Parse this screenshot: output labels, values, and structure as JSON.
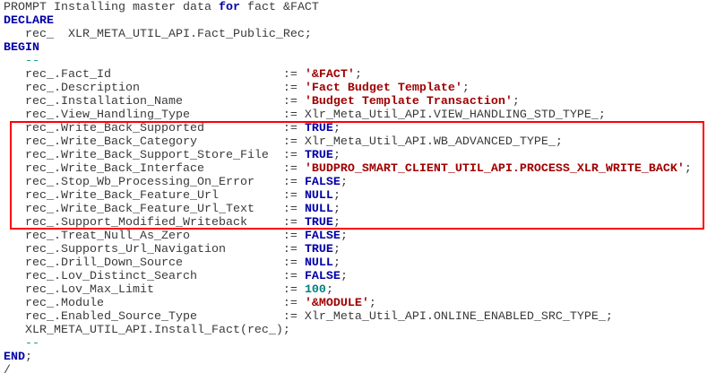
{
  "highlight_color": "#ff0000",
  "lines": [
    [
      [
        "PROMPT Installing master data ",
        "plain"
      ],
      [
        "for",
        "kw"
      ],
      [
        " fact &FACT",
        "plain"
      ]
    ],
    [
      [
        "DECLARE",
        "kw"
      ]
    ],
    [
      [
        "   rec_  XLR_META_UTIL_API.Fact_Public_Rec;",
        "plain"
      ]
    ],
    [
      [
        "BEGIN",
        "kw"
      ]
    ],
    [
      [
        "   ",
        "plain"
      ],
      [
        "--",
        "cmt"
      ]
    ],
    [
      [
        "   rec_.Fact_Id                        := ",
        "plain"
      ],
      [
        "'&FACT'",
        "str"
      ],
      [
        ";",
        "plain"
      ]
    ],
    [
      [
        "   rec_.Description                    := ",
        "plain"
      ],
      [
        "'Fact Budget Template'",
        "str"
      ],
      [
        ";",
        "plain"
      ]
    ],
    [
      [
        "   rec_.Installation_Name              := ",
        "plain"
      ],
      [
        "'Budget Template Transaction'",
        "str"
      ],
      [
        ";",
        "plain"
      ]
    ],
    [
      [
        "   rec_.View_Handling_Type             := Xlr_Meta_Util_API.VIEW_HANDLING_STD_TYPE_;",
        "plain"
      ]
    ],
    [
      [
        "   rec_.Write_Back_Supported           := ",
        "plain"
      ],
      [
        "TRUE",
        "kw"
      ],
      [
        ";",
        "plain"
      ]
    ],
    [
      [
        "   rec_.Write_Back_Category            := Xlr_Meta_Util_API.WB_ADVANCED_TYPE_;",
        "plain"
      ]
    ],
    [
      [
        "   rec_.Write_Back_Support_Store_File  := ",
        "plain"
      ],
      [
        "TRUE",
        "kw"
      ],
      [
        ";",
        "plain"
      ]
    ],
    [
      [
        "   rec_.Write_Back_Interface           := ",
        "plain"
      ],
      [
        "'BUDPRO_SMART_CLIENT_UTIL_API.PROCESS_XLR_WRITE_BACK'",
        "str"
      ],
      [
        ";",
        "plain"
      ]
    ],
    [
      [
        "   rec_.Stop_Wb_Processing_On_Error    := ",
        "plain"
      ],
      [
        "FALSE",
        "kw"
      ],
      [
        ";",
        "plain"
      ]
    ],
    [
      [
        "   rec_.Write_Back_Feature_Url         := ",
        "plain"
      ],
      [
        "NULL",
        "kw"
      ],
      [
        ";",
        "plain"
      ]
    ],
    [
      [
        "   rec_.Write_Back_Feature_Url_Text    := ",
        "plain"
      ],
      [
        "NULL",
        "kw"
      ],
      [
        ";",
        "plain"
      ]
    ],
    [
      [
        "   rec_.Support_Modified_Writeback     := ",
        "plain"
      ],
      [
        "TRUE",
        "kw"
      ],
      [
        ";",
        "plain"
      ]
    ],
    [
      [
        "   rec_.Treat_Null_As_Zero             := ",
        "plain"
      ],
      [
        "FALSE",
        "kw"
      ],
      [
        ";",
        "plain"
      ]
    ],
    [
      [
        "   rec_.Supports_Url_Navigation        := ",
        "plain"
      ],
      [
        "TRUE",
        "kw"
      ],
      [
        ";",
        "plain"
      ]
    ],
    [
      [
        "   rec_.Drill_Down_Source              := ",
        "plain"
      ],
      [
        "NULL",
        "kw"
      ],
      [
        ";",
        "plain"
      ]
    ],
    [
      [
        "   rec_.Lov_Distinct_Search            := ",
        "plain"
      ],
      [
        "FALSE",
        "kw"
      ],
      [
        ";",
        "plain"
      ]
    ],
    [
      [
        "   rec_.Lov_Max_Limit                  := ",
        "plain"
      ],
      [
        "100",
        "num"
      ],
      [
        ";",
        "plain"
      ]
    ],
    [
      [
        "   rec_.Module                         := ",
        "plain"
      ],
      [
        "'&MODULE'",
        "str"
      ],
      [
        ";",
        "plain"
      ]
    ],
    [
      [
        "   rec_.Enabled_Source_Type            := Xlr_Meta_Util_API.ONLINE_ENABLED_SRC_TYPE_;",
        "plain"
      ]
    ],
    [
      [
        "   XLR_META_UTIL_API.Install_Fact(rec_);",
        "plain"
      ]
    ],
    [
      [
        "   ",
        "plain"
      ],
      [
        "--",
        "cmt"
      ]
    ],
    [
      [
        "END",
        "kw"
      ],
      [
        ";",
        "plain"
      ]
    ],
    [
      [
        "/",
        "plain"
      ]
    ]
  ]
}
